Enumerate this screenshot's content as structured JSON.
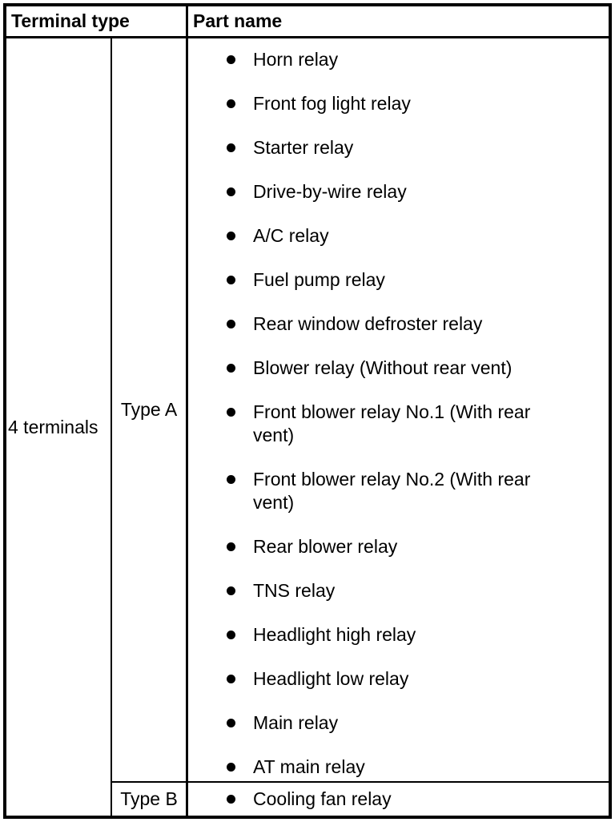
{
  "colors": {
    "border": "#000000",
    "background": "#ffffff",
    "text": "#000000"
  },
  "header": {
    "terminal_type": "Terminal type",
    "part_name": "Part name"
  },
  "body": {
    "terminal_group": "4 terminals",
    "rows": [
      {
        "type": "Type A",
        "parts": [
          "Horn relay",
          "Front fog light relay",
          "Starter relay",
          "Drive-by-wire relay",
          "A/C relay",
          "Fuel pump relay",
          "Rear window defroster relay",
          "Blower relay (Without rear vent)",
          "Front blower relay No.1 (With rear vent)",
          "Front blower relay No.2 (With rear vent)",
          "Rear blower relay",
          "TNS relay",
          "Headlight high relay",
          "Headlight low relay",
          "Main relay",
          "AT main relay"
        ]
      },
      {
        "type": "Type B",
        "parts": [
          "Cooling fan relay"
        ]
      }
    ]
  }
}
